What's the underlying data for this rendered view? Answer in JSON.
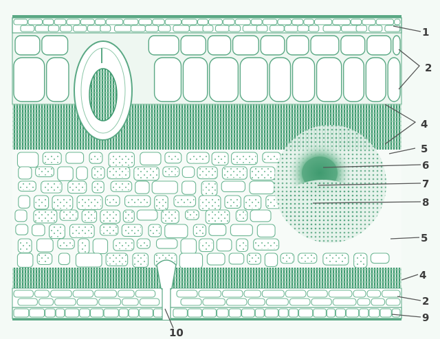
{
  "colors": {
    "tissue_line": "#5aa884",
    "dense_tissue": "#3f9a70",
    "background": "#f4faf6",
    "label_text": "#3c3c3c"
  },
  "callouts": [
    {
      "id": "1",
      "label": "1"
    },
    {
      "id": "2-top",
      "label": "2"
    },
    {
      "id": "4-top",
      "label": "4"
    },
    {
      "id": "5-top",
      "label": "5"
    },
    {
      "id": "6",
      "label": "6"
    },
    {
      "id": "7",
      "label": "7"
    },
    {
      "id": "8",
      "label": "8"
    },
    {
      "id": "5-bottom",
      "label": "5"
    },
    {
      "id": "4-bottom",
      "label": "4"
    },
    {
      "id": "2-bottom",
      "label": "2"
    },
    {
      "id": "9",
      "label": "9"
    },
    {
      "id": "10",
      "label": "10"
    }
  ]
}
